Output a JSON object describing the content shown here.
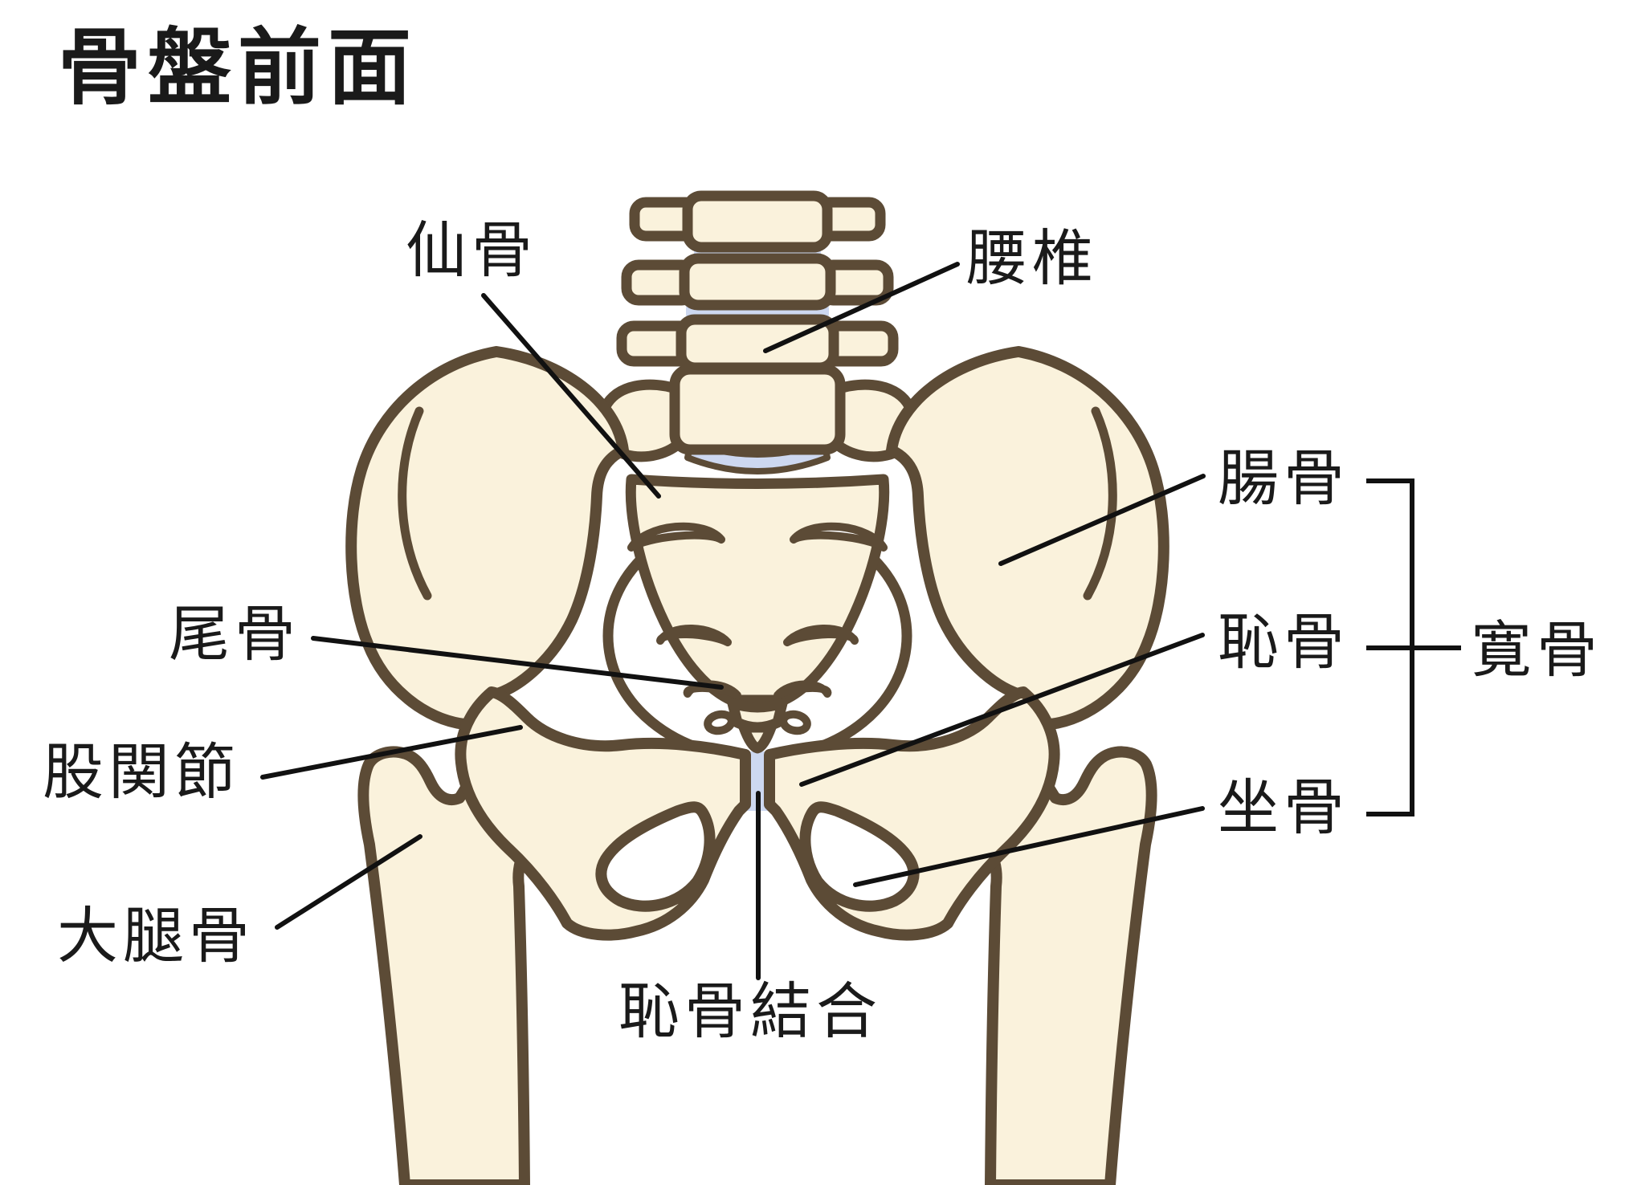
{
  "title": "骨盤前面",
  "labels": {
    "sacrum": "仙骨",
    "lumbar_spine": "腰椎",
    "ilium": "腸骨",
    "pubis": "恥骨",
    "hip_bone": "寛骨",
    "ischium": "坐骨",
    "coccyx": "尾骨",
    "hip_joint": "股関節",
    "femur": "大腿骨",
    "pubic_symphysis": "恥骨結合"
  },
  "hip_bone_components": [
    "腸骨",
    "恥骨",
    "坐骨"
  ],
  "colors": {
    "background": "#FFFFFF",
    "bone_fill": "#FAF2DC",
    "bone_outline": "#5C4B36",
    "disc_blue": "#CDD8F0",
    "annotation_line": "#111111",
    "label_text": "#1A1A1A"
  }
}
